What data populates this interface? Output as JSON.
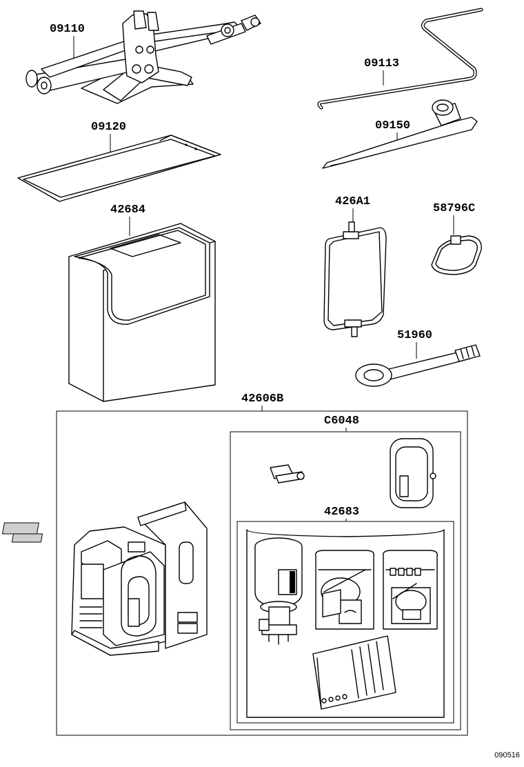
{
  "parts": [
    {
      "id": "p09110",
      "label": "09110"
    },
    {
      "id": "p09120",
      "label": "09120"
    },
    {
      "id": "p42684",
      "label": "42684"
    },
    {
      "id": "p09113",
      "label": "09113"
    },
    {
      "id": "p09150",
      "label": "09150"
    },
    {
      "id": "p426A1",
      "label": "426A1"
    },
    {
      "id": "p58796C",
      "label": "58796C"
    },
    {
      "id": "p51960",
      "label": "51960"
    },
    {
      "id": "p42606B",
      "label": "42606B"
    },
    {
      "id": "pC6048",
      "label": "C6048"
    },
    {
      "id": "p42683",
      "label": "42683"
    }
  ],
  "diagram_code": "090516"
}
